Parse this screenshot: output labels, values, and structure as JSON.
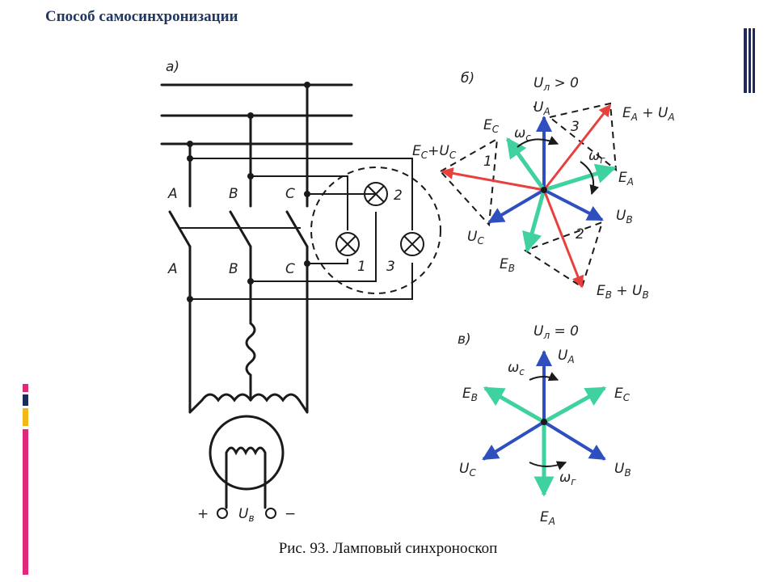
{
  "slide": {
    "title": "Способ самосинхронизации",
    "caption": "Рис. 93. Ламповый синхроноскоп"
  },
  "panel_a": {
    "label": "а)",
    "switch_labels_top": [
      "A",
      "B",
      "C"
    ],
    "switch_labels_bottom": [
      "A",
      "B",
      "C"
    ],
    "lamp_labels": [
      "1",
      "2",
      "3"
    ],
    "excitation": {
      "plus": "+",
      "label": "U",
      "sub": "в",
      "minus": "−"
    }
  },
  "panel_b": {
    "label": "б)",
    "condition": {
      "main": "U",
      "sub": "л",
      "rest": " > 0"
    },
    "vectors": {
      "UA": {
        "main": "U",
        "sub": "A"
      },
      "UB": {
        "main": "U",
        "sub": "B"
      },
      "UC": {
        "main": "U",
        "sub": "C"
      },
      "EA": {
        "main": "E",
        "sub": "A"
      },
      "EB": {
        "main": "E",
        "sub": "B"
      },
      "EC": {
        "main": "E",
        "sub": "C"
      },
      "EA_UA": {
        "main": "E",
        "sub": "A",
        "plus": " + ",
        "main2": "U",
        "sub2": "A"
      },
      "EB_UB": {
        "main": "E",
        "sub": "B",
        "plus": " + ",
        "main2": "U",
        "sub2": "B"
      },
      "EC_UC": {
        "main": "E",
        "sub": "C",
        "plus": "+",
        "main2": "U",
        "sub2": "C"
      }
    },
    "omega_c": {
      "main": "ω",
      "sub": "c"
    },
    "omega_g": {
      "main": "ω",
      "sub": "г"
    },
    "region_labels": [
      "1",
      "2",
      "3"
    ]
  },
  "panel_c": {
    "label": "в)",
    "condition": {
      "main": "U",
      "sub": "л",
      "rest": " = 0"
    },
    "vectors": {
      "UA": {
        "main": "U",
        "sub": "A"
      },
      "UB": {
        "main": "U",
        "sub": "B"
      },
      "UC": {
        "main": "U",
        "sub": "C"
      },
      "EA": {
        "main": "E",
        "sub": "A"
      },
      "EB": {
        "main": "E",
        "sub": "B"
      },
      "EC": {
        "main": "E",
        "sub": "C"
      }
    },
    "omega_c": {
      "main": "ω",
      "sub": "c"
    },
    "omega_g": {
      "main": "ω",
      "sub": "г"
    }
  },
  "colors": {
    "blue": "#2f4fbf",
    "green": "#3fd1a0",
    "red": "#e8403c",
    "stripe_navy": "#1f2a5a",
    "stripe_yellow": "#f2b818",
    "stripe_magenta": "#e0297a"
  }
}
